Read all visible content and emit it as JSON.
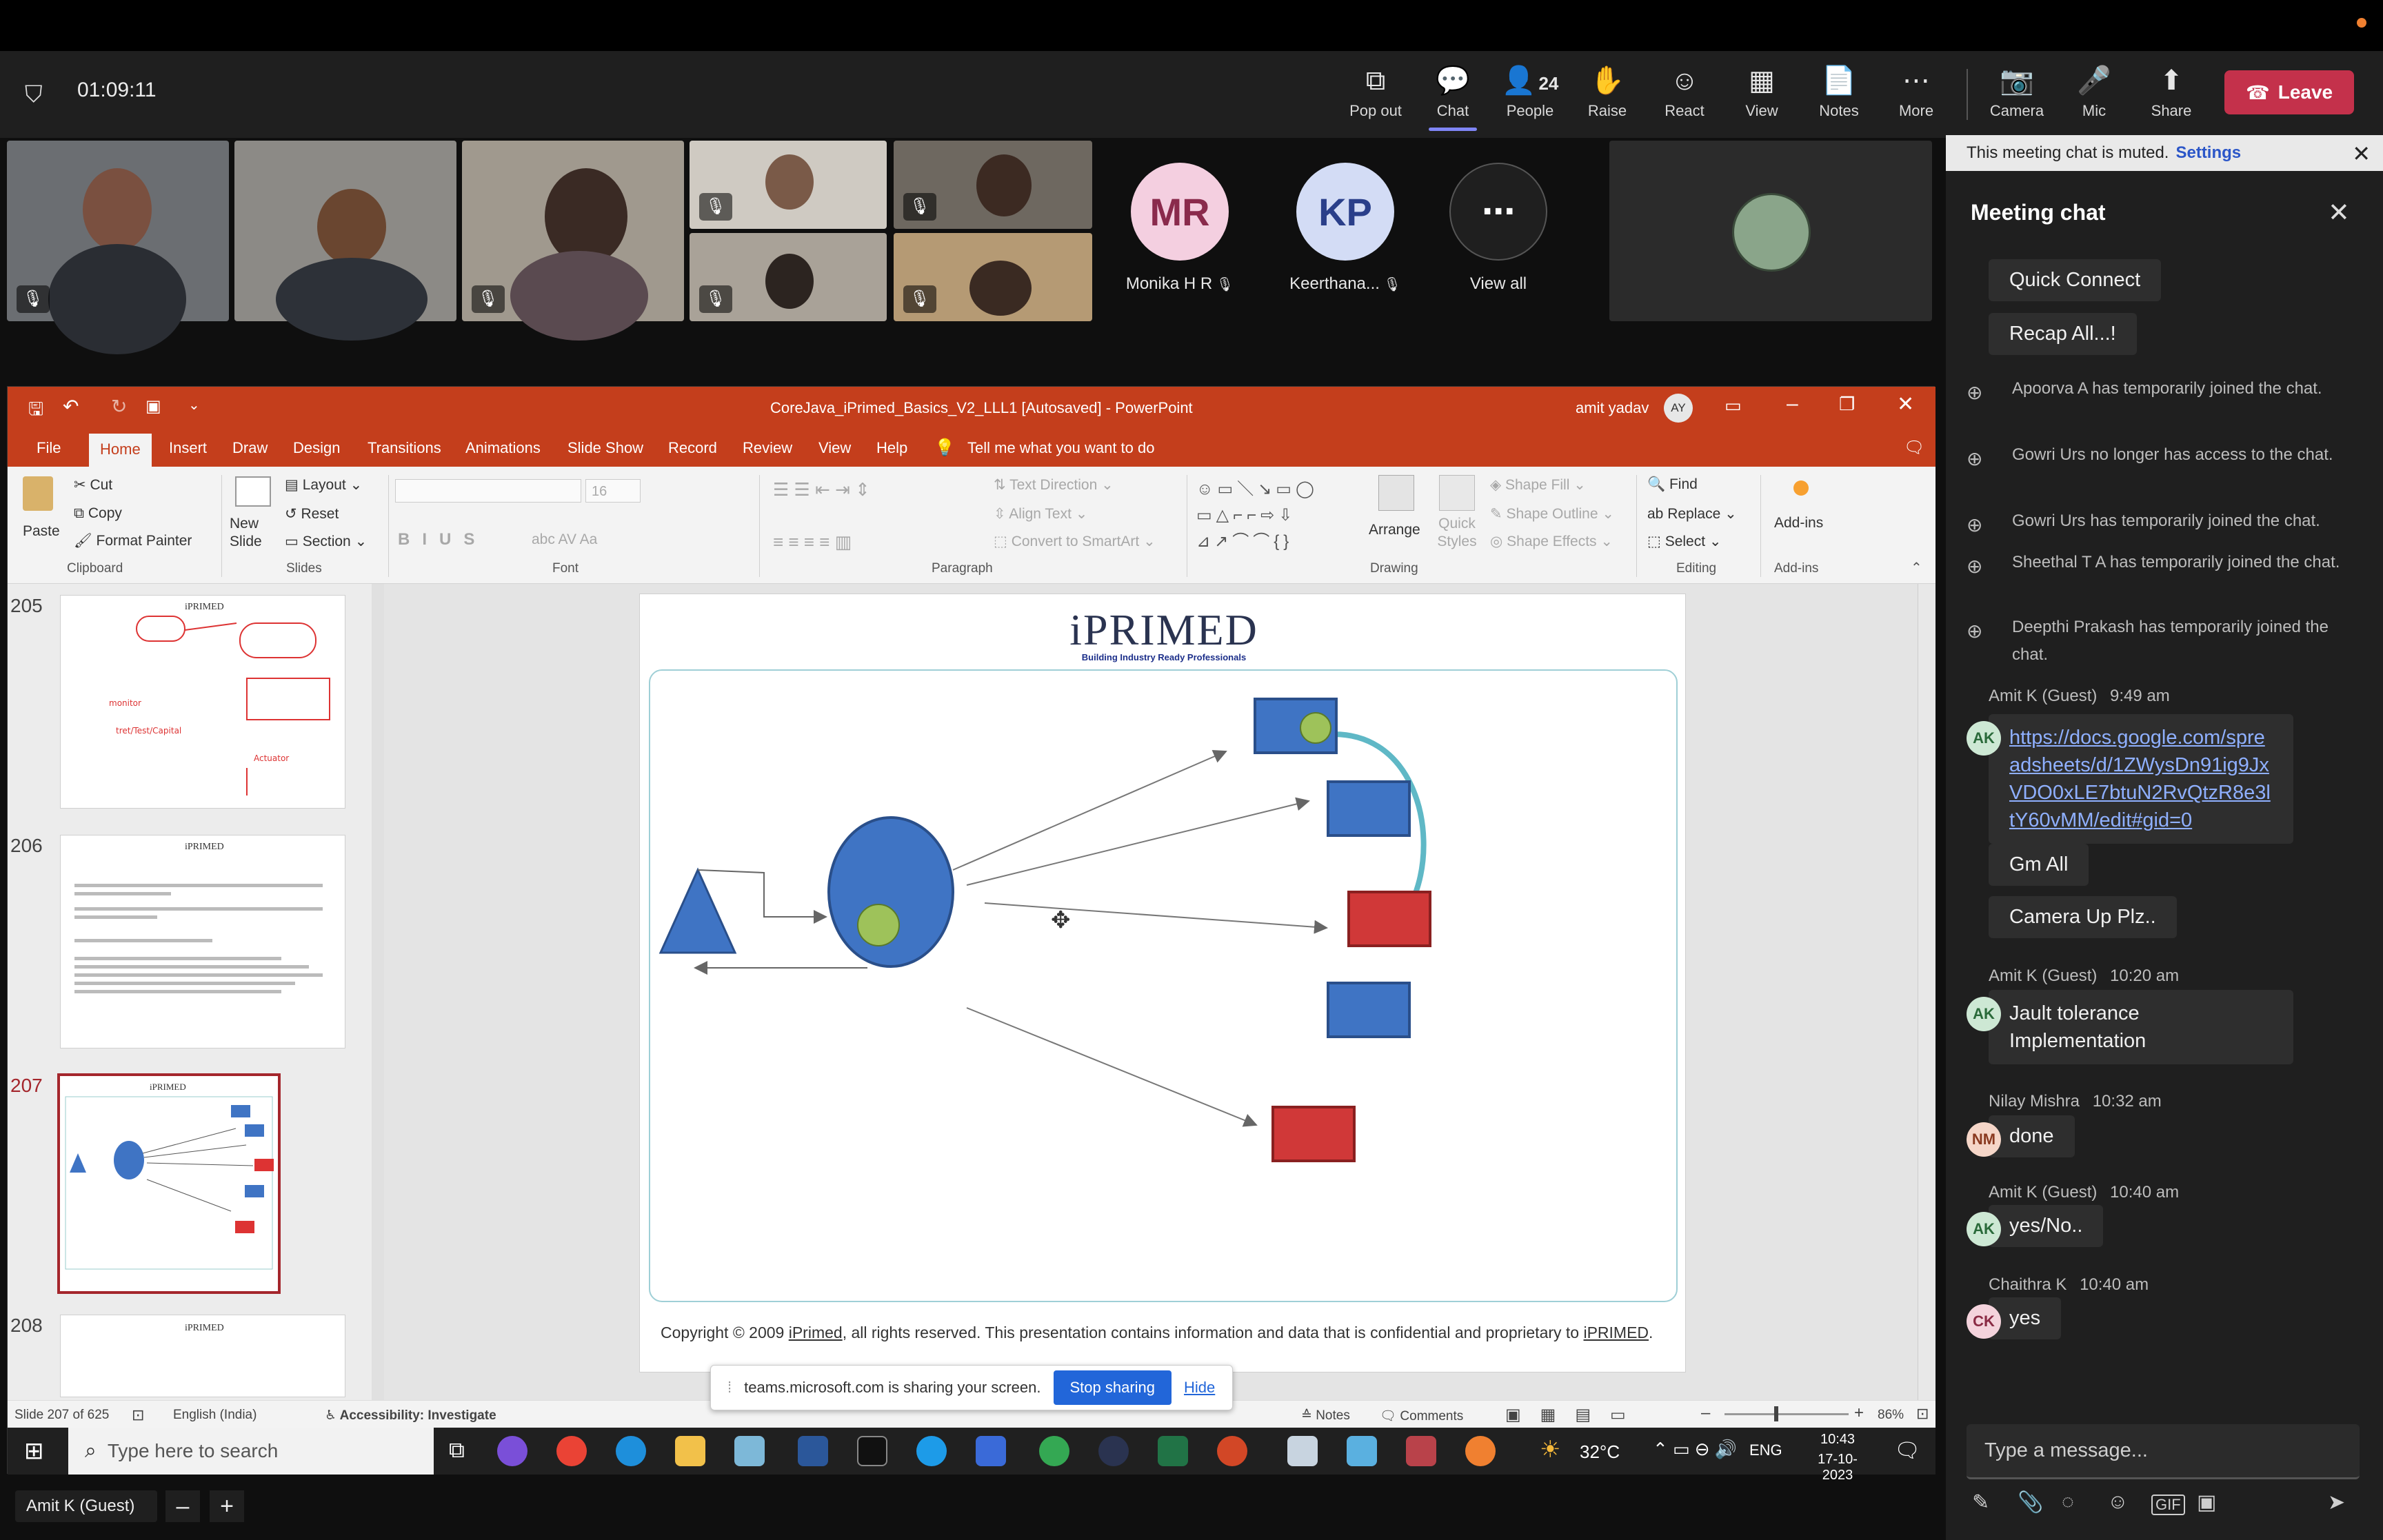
{
  "call": {
    "timer": "01:09:11",
    "toolbar": [
      {
        "id": "popout",
        "icon": "pop-out-icon",
        "glyph": "⧉",
        "label": "Pop out"
      },
      {
        "id": "chat",
        "icon": "chat-icon",
        "glyph": "💬",
        "label": "Chat",
        "active": true
      },
      {
        "id": "people",
        "icon": "people-icon",
        "glyph": "👤",
        "label": "People",
        "count": "24"
      },
      {
        "id": "raise",
        "icon": "raise-hand-icon",
        "glyph": "✋",
        "label": "Raise"
      },
      {
        "id": "react",
        "icon": "react-icon",
        "glyph": "☺",
        "label": "React"
      },
      {
        "id": "view",
        "icon": "view-icon",
        "glyph": "▦",
        "label": "View"
      },
      {
        "id": "notes",
        "icon": "notes-icon",
        "glyph": "📄",
        "label": "Notes"
      },
      {
        "id": "more",
        "icon": "more-icon",
        "glyph": "⋯",
        "label": "More"
      },
      {
        "id": "camera",
        "icon": "camera-off-icon",
        "glyph": "📷",
        "label": "Camera"
      },
      {
        "id": "mic",
        "icon": "mic-off-icon",
        "glyph": "🎤",
        "label": "Mic"
      },
      {
        "id": "share",
        "icon": "share-icon",
        "glyph": "⬆",
        "label": "Share"
      }
    ],
    "leave_label": "Leave",
    "participants": [
      {
        "initials": "MR",
        "name": "Monika H R",
        "color": "#f4cfe0",
        "text": "#8a2a4c"
      },
      {
        "initials": "KP",
        "name": "Keerthana...",
        "color": "#d3dcf5",
        "text": "#2a3f8a"
      }
    ],
    "view_all_label": "View all",
    "self_name": "Amit K (Guest)"
  },
  "ppt": {
    "window_title": "CoreJava_iPrimed_Basics_V2_LLL1 [Autosaved]  -  PowerPoint",
    "user": "amit yadav",
    "user_initials": "AY",
    "tabs": [
      "File",
      "Home",
      "Insert",
      "Draw",
      "Design",
      "Transitions",
      "Animations",
      "Slide Show",
      "Record",
      "Review",
      "View",
      "Help"
    ],
    "tell_me": "Tell me what you want to do",
    "ribbon": {
      "clipboard": {
        "label": "Clipboard",
        "paste": "Paste",
        "cut": "Cut",
        "copy": "Copy",
        "format_painter": "Format Painter"
      },
      "slides": {
        "label": "Slides",
        "new_slide": "New Slide",
        "layout": "Layout",
        "reset": "Reset",
        "section": "Section"
      },
      "font": {
        "label": "Font",
        "size": "16"
      },
      "paragraph": {
        "label": "Paragraph",
        "text_direction": "Text Direction",
        "align_text": "Align Text",
        "convert": "Convert to SmartArt"
      },
      "drawing": {
        "label": "Drawing",
        "arrange": "Arrange",
        "quick_styles": "Quick Styles",
        "shape_fill": "Shape Fill",
        "shape_outline": "Shape Outline",
        "shape_effects": "Shape Effects"
      },
      "editing": {
        "label": "Editing",
        "find": "Find",
        "replace": "Replace",
        "select": "Select"
      },
      "addins": {
        "label": "Add-ins",
        "addins": "Add-ins"
      }
    },
    "thumbnails": [
      "205",
      "206",
      "207",
      "208"
    ],
    "slide": {
      "logo": "iPRIMED",
      "logo_tag": "Building Industry Ready Professionals",
      "copyright_pre": "Copyright © 2009 ",
      "copyright_brand": "iPrimed",
      "copyright_mid": ", all rights reserved.  This presentation contains information  and data  that is confidential and proprietary to ",
      "copyright_brand2": "iPRIMED",
      "copyright_end": "."
    },
    "status": {
      "slide": "Slide 207 of 625",
      "language": "English (India)",
      "accessibility": "Accessibility: Investigate",
      "notes": "Notes",
      "comments": "Comments",
      "zoom": "86%"
    }
  },
  "taskbar": {
    "search_placeholder": "Type here to search",
    "temp": "32°C",
    "lang": "ENG",
    "time": "10:43",
    "date": "17-10-2023"
  },
  "share_banner": {
    "text": "teams.microsoft.com is sharing your screen.",
    "stop": "Stop sharing",
    "hide": "Hide"
  },
  "chat": {
    "muted_text": "This meeting chat is muted.",
    "muted_link": "Settings",
    "title": "Meeting chat",
    "compose_placeholder": "Type a message...",
    "items": [
      {
        "kind": "msg",
        "text": "Quick Connect"
      },
      {
        "kind": "msg",
        "text": "Recap All...!"
      },
      {
        "kind": "sys",
        "text": "Apoorva A has temporarily joined the chat."
      },
      {
        "kind": "sys",
        "text": "Gowri Urs no longer has access to the chat."
      },
      {
        "kind": "sys",
        "text": "Gowri Urs has temporarily joined the chat."
      },
      {
        "kind": "sys",
        "text": "Sheethal T A has temporarily joined the chat."
      },
      {
        "kind": "sys",
        "text": "Deepthi Prakash has temporarily joined the chat."
      },
      {
        "kind": "meta",
        "author": "Amit K (Guest)",
        "time": "9:49 am"
      },
      {
        "kind": "link",
        "initials": "AK",
        "text": "https://docs.google.com/spreadsheets/d/1ZWysDn91ig9JxVDO0xLE7btuN2RvQtzR8e3ltY60vMM/edit#gid=0"
      },
      {
        "kind": "msg",
        "text": "Gm All"
      },
      {
        "kind": "msg",
        "text": "Camera Up Plz.."
      },
      {
        "kind": "meta",
        "author": "Amit K (Guest)",
        "time": "10:20 am"
      },
      {
        "kind": "msg",
        "initials": "AK",
        "text": "Jault tolerance Implementation"
      },
      {
        "kind": "meta",
        "author": "Nilay Mishra",
        "time": "10:32 am"
      },
      {
        "kind": "msg",
        "initials": "NM",
        "text": "done"
      },
      {
        "kind": "meta",
        "author": "Amit K (Guest)",
        "time": "10:40 am"
      },
      {
        "kind": "msg",
        "initials": "AK",
        "text": "yes/No.."
      },
      {
        "kind": "meta",
        "author": "Chaithra K",
        "time": "10:40 am"
      },
      {
        "kind": "msg",
        "initials": "CK",
        "text": "yes"
      }
    ]
  }
}
